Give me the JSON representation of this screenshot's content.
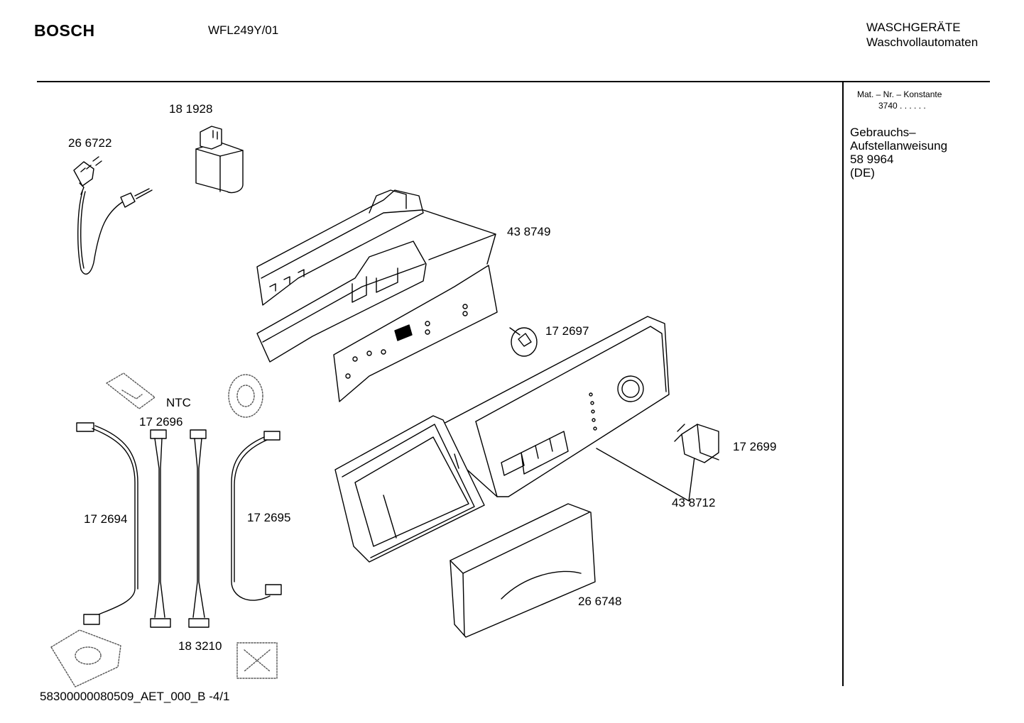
{
  "header": {
    "brand": "BOSCH",
    "model": "WFL249Y/01",
    "category_line1": "WASCHGERÄTE",
    "category_line2": "Waschvollautomaten"
  },
  "sidebar": {
    "mat_header": "Mat. – Nr. – Konstante",
    "mat_value": "3740  .  .  .  .  .  .",
    "doc_line1": "Gebrauchs–",
    "doc_line2": "Aufstellanweisung",
    "doc_number": "58 9964",
    "doc_lang": "(DE)"
  },
  "parts": {
    "p181928": "18 1928",
    "p266722": "26 6722",
    "p438749": "43 8749",
    "p172697": "17 2697",
    "ntc": "NTC",
    "p172696": "17 2696",
    "p172699": "17 2699",
    "p438712": "43 8712",
    "p172694": "17 2694",
    "p172695": "17 2695",
    "p266748": "26 6748",
    "p183210": "18 3210"
  },
  "footer": {
    "doc_code": "58300000080509_AET_000_B -4/1"
  }
}
